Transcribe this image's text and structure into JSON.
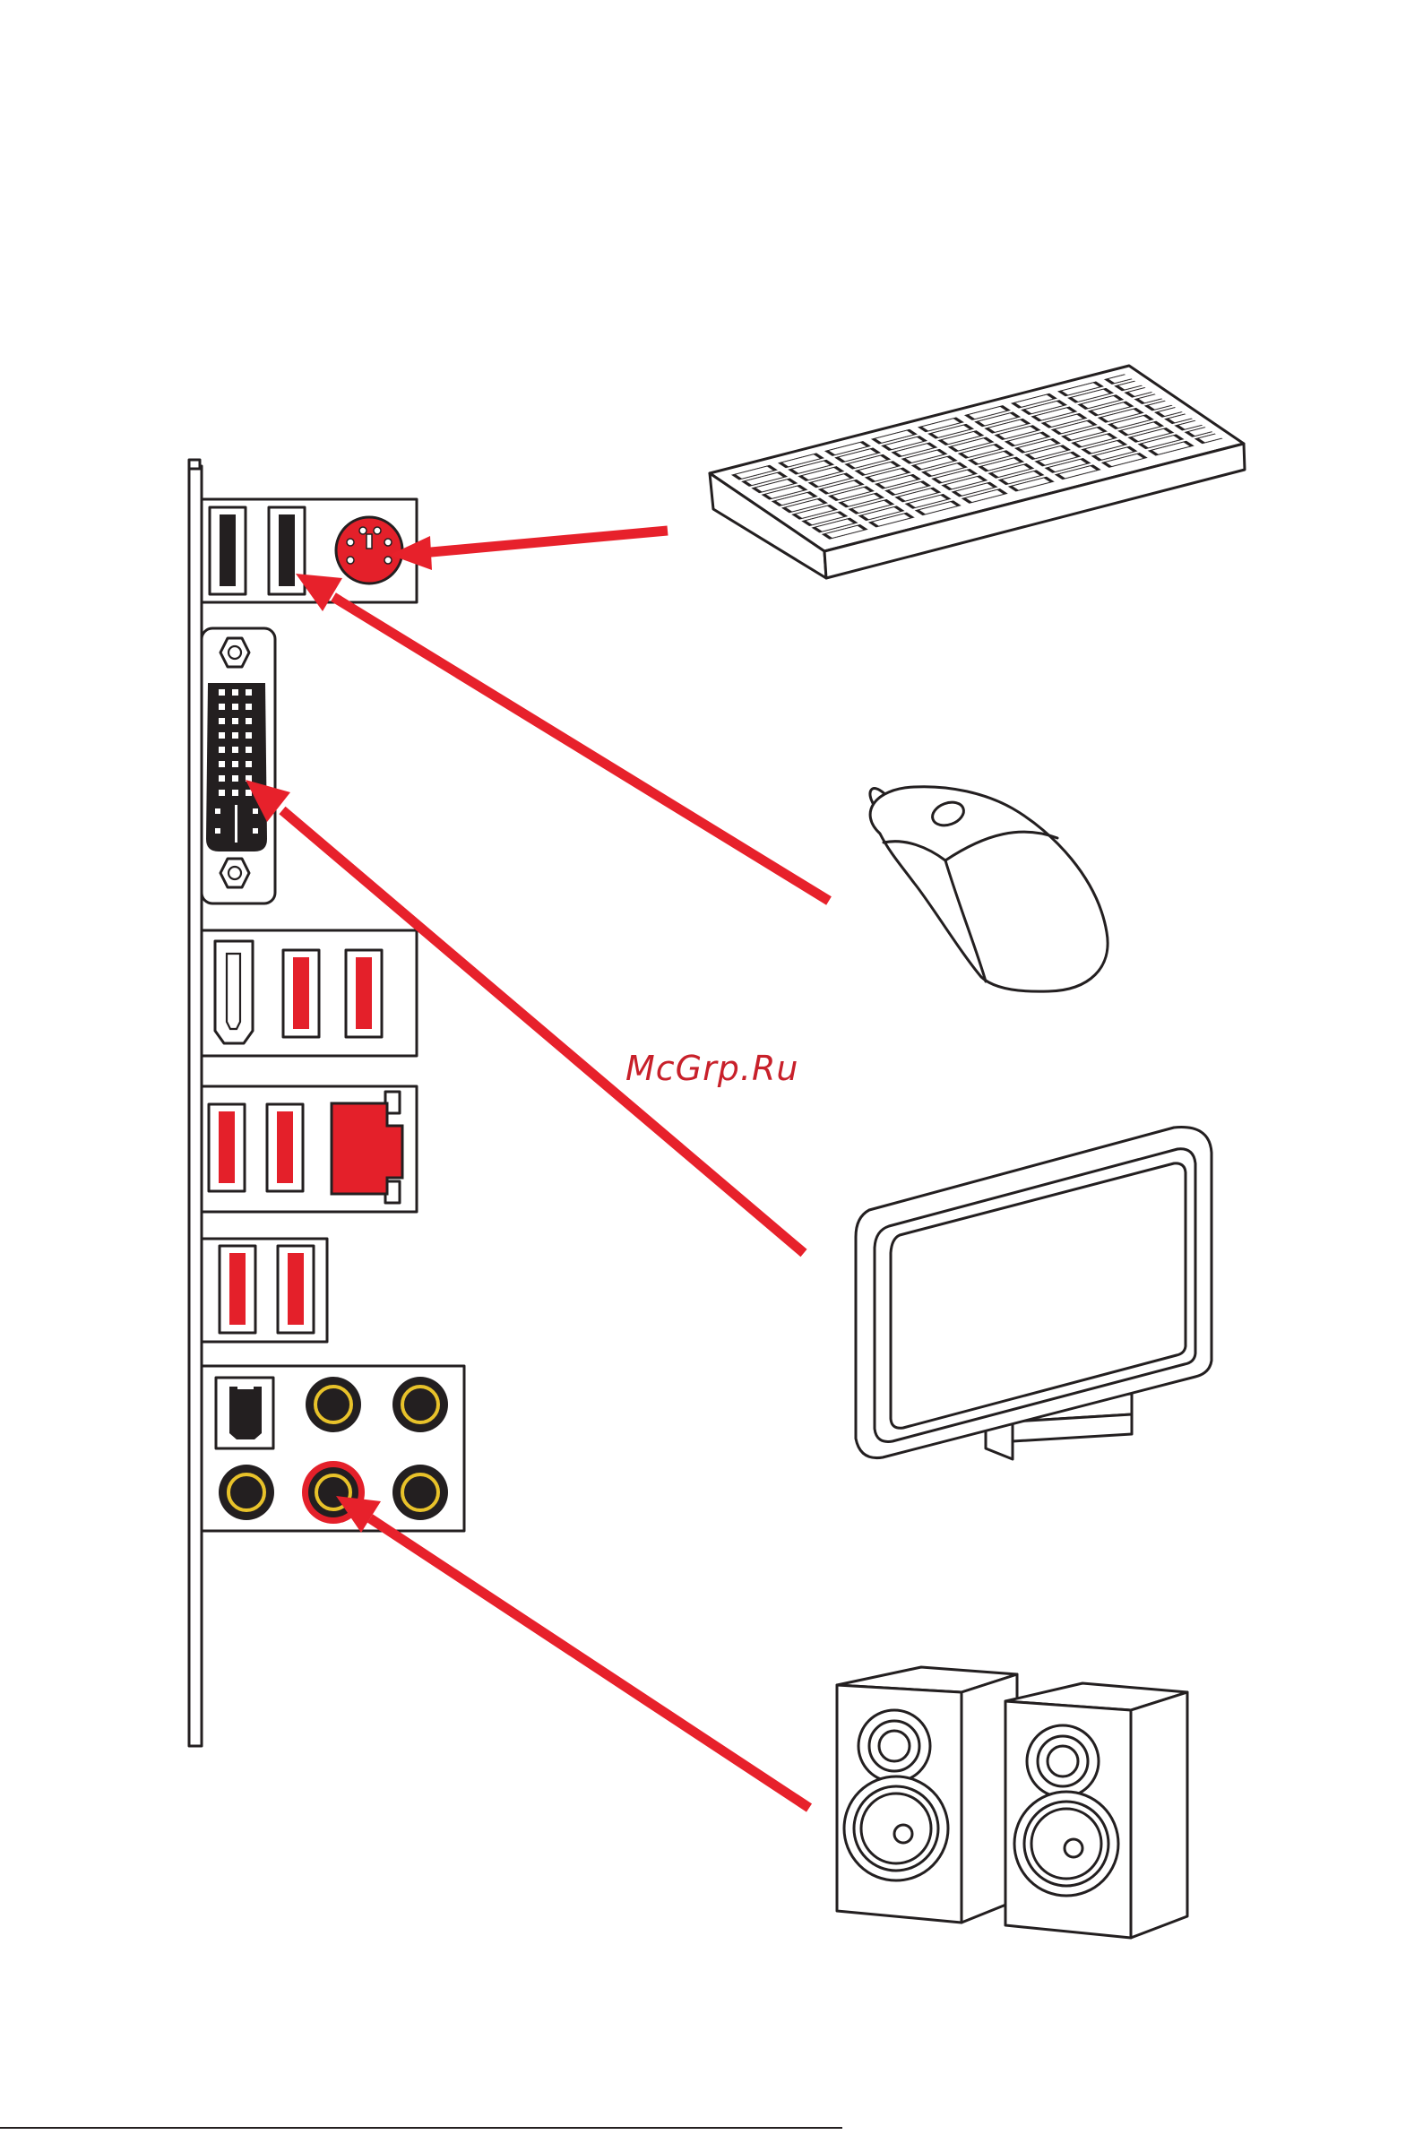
{
  "watermark": "McGrp.Ru",
  "colors": {
    "outline": "#231f20",
    "accent_red": "#e4202a",
    "arrow_red": "#e7212b",
    "audio_ring": "#e8c22a",
    "watermark": "#c8202a"
  },
  "panel": {
    "ports": [
      "usb-2-port",
      "usb-2-port",
      "ps2-port",
      "dvi-port",
      "hdmi-port",
      "usb-3-port",
      "usb-3-port",
      "usb-3-port",
      "usb-3-port",
      "lan-port",
      "usb-3-port",
      "usb-3-port",
      "optical-spdif-port",
      "audio-jack",
      "audio-jack",
      "audio-jack",
      "audio-jack-line-out",
      "audio-jack"
    ]
  },
  "devices": [
    "keyboard-icon",
    "mouse-icon",
    "monitor-icon",
    "speakers-icon"
  ],
  "connections": [
    {
      "device": "keyboard-icon",
      "port": "ps2-port"
    },
    {
      "device": "mouse-icon",
      "port": "usb-2-port"
    },
    {
      "device": "monitor-icon",
      "port": "dvi-port"
    },
    {
      "device": "speakers-icon",
      "port": "audio-jack-line-out"
    }
  ]
}
